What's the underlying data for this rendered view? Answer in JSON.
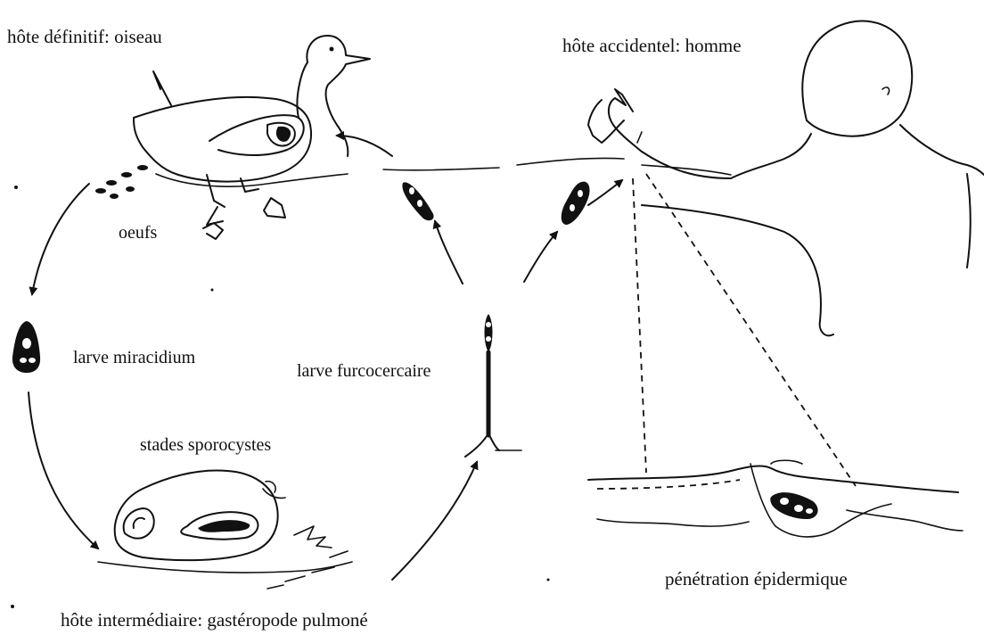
{
  "labels": {
    "definitive_host": "hôte définitif: oiseau",
    "accidental_host": "hôte accidentel: homme",
    "eggs": "oeufs",
    "miracidium": "larve miracidium",
    "furcocercaria": "larve furcocercaire",
    "sporocysts": "stades sporocystes",
    "intermediate_host": "hôte intermédiaire: gastéropode pulmoné",
    "penetration": "pénétration épidermique"
  },
  "colors": {
    "ink": "#111111",
    "background": "#ffffff"
  }
}
